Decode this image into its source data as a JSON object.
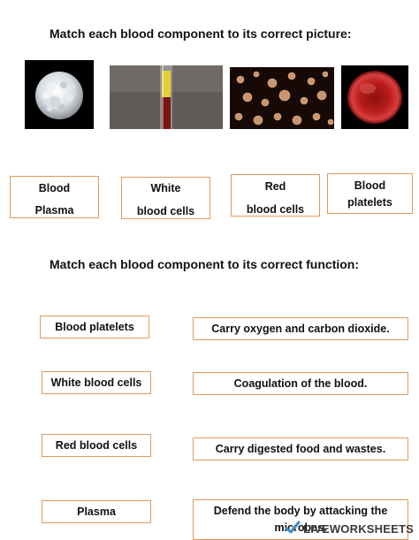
{
  "heading_pictures": "Match each blood component to its correct picture:",
  "heading_functions": "Match each blood component to its correct function:",
  "images": [
    {
      "subject": "white-blood-cell"
    },
    {
      "subject": "blood-test-tube"
    },
    {
      "subject": "blood-platelets"
    },
    {
      "subject": "red-blood-cell"
    }
  ],
  "picture_labels": [
    {
      "line1": "Blood",
      "line2": "Plasma"
    },
    {
      "line1": "White",
      "line2": "blood cells"
    },
    {
      "line1": "Red",
      "line2": "blood cells"
    },
    {
      "line1": "Blood",
      "line2": "platelets"
    }
  ],
  "components": [
    "Blood platelets",
    "White blood cells",
    "Red blood cells",
    "Plasma"
  ],
  "functions": [
    {
      "line1": "Carry oxygen and carbon dioxide."
    },
    {
      "line1": "Coagulation of the blood."
    },
    {
      "line1": "Carry digested food and wastes."
    },
    {
      "line1": "Defend the body by attacking the",
      "line2": "microbes."
    }
  ],
  "watermark": {
    "text": "LIVEWORKSHEETS",
    "icon": "liveworksheets-logo-icon"
  },
  "colors": {
    "box_border": "#e39a5c"
  }
}
